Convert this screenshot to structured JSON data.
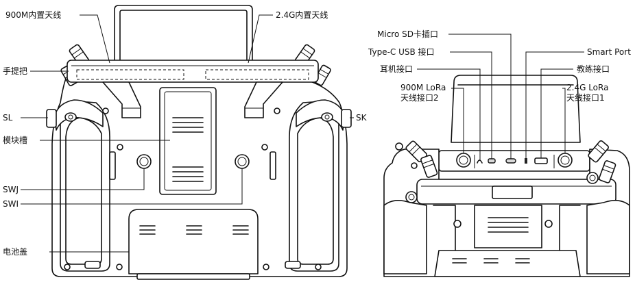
{
  "figure": {
    "back_view_labels": {
      "antenna_900m_internal": "900M内置天线",
      "antenna_24g_internal": "2.4G内置天线",
      "handle": "手提把",
      "switch_sl": "SL",
      "switch_sk": "SK",
      "module_bay": "模块槽",
      "switch_swj": "SWJ",
      "switch_swi": "SWI",
      "battery_cover": "电池盖"
    },
    "top_view_labels": {
      "micro_sd_slot": "Micro SD卡插口",
      "type_c_usb_port": "Type-C USB 接口",
      "headphone_jack": "耳机接口",
      "lora_900m_antenna_port": "900M LoRa\n天线接口2",
      "smart_port": "Smart Port",
      "trainer_port": "教练接口",
      "lora_24g_antenna_port": "2.4G LoRa\n天线接口1"
    }
  }
}
